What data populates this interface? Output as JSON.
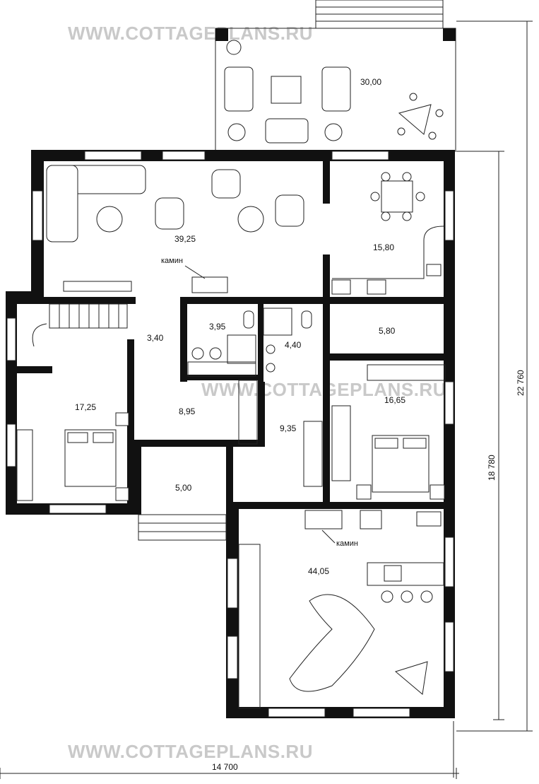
{
  "watermark": "WWW.COTTAGEPLANS.RU",
  "rooms": [
    {
      "id": "terrace",
      "area": "30,00"
    },
    {
      "id": "living",
      "area": "39,25"
    },
    {
      "id": "kitchen-dining",
      "area": "15,80"
    },
    {
      "id": "hall-stair",
      "area": "3,40"
    },
    {
      "id": "bath-1",
      "area": "3,95"
    },
    {
      "id": "bath-2",
      "area": "4,40"
    },
    {
      "id": "boiler",
      "area": "5,80"
    },
    {
      "id": "bedroom-left",
      "area": "17,25"
    },
    {
      "id": "corridor",
      "area": "8,95"
    },
    {
      "id": "bedroom-right",
      "area": "16,65"
    },
    {
      "id": "dressing",
      "area": "9,35"
    },
    {
      "id": "vestibule",
      "area": "5,00"
    },
    {
      "id": "great-room",
      "area": "44,05"
    }
  ],
  "notes": {
    "fireplace_top": "камин",
    "fireplace_bottom": "камин"
  },
  "dimensions": {
    "width": "14 700",
    "height_main": "18 780",
    "height_total": "22 760"
  }
}
